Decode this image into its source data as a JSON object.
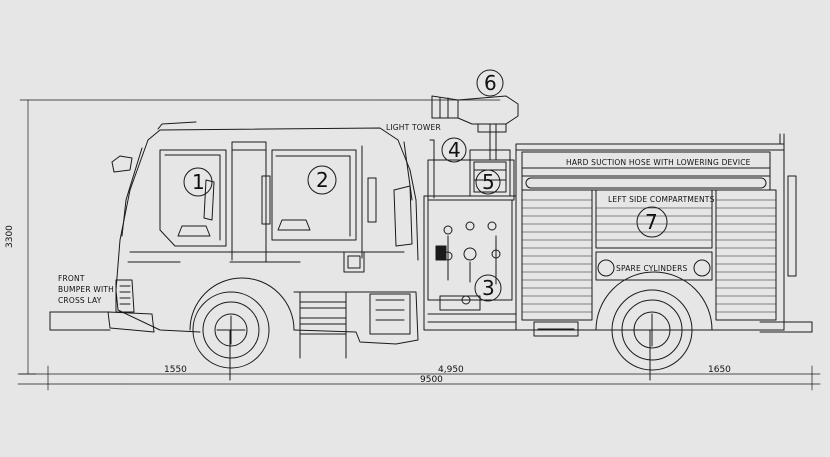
{
  "dimensions": {
    "total_length": "9500",
    "wheelbase": "4,950",
    "front_overhang": "1550",
    "rear_overhang": "1650",
    "height": "3300"
  },
  "labels": {
    "light_tower": "LIGHT TOWER",
    "hard_suction": "HARD SUCTION HOSE  WITH LOWERING DEVICE",
    "left_side": "LEFT SIDE COMPARTMENTS",
    "spare_cylinders": "SPARE CYLINDERS",
    "front_bumper_1": "FRONT",
    "front_bumper_2": "BUMPER WITH",
    "front_bumper_3": "CROSS LAY"
  },
  "callouts": [
    "1",
    "2",
    "3",
    "4",
    "5",
    "6",
    "7"
  ]
}
